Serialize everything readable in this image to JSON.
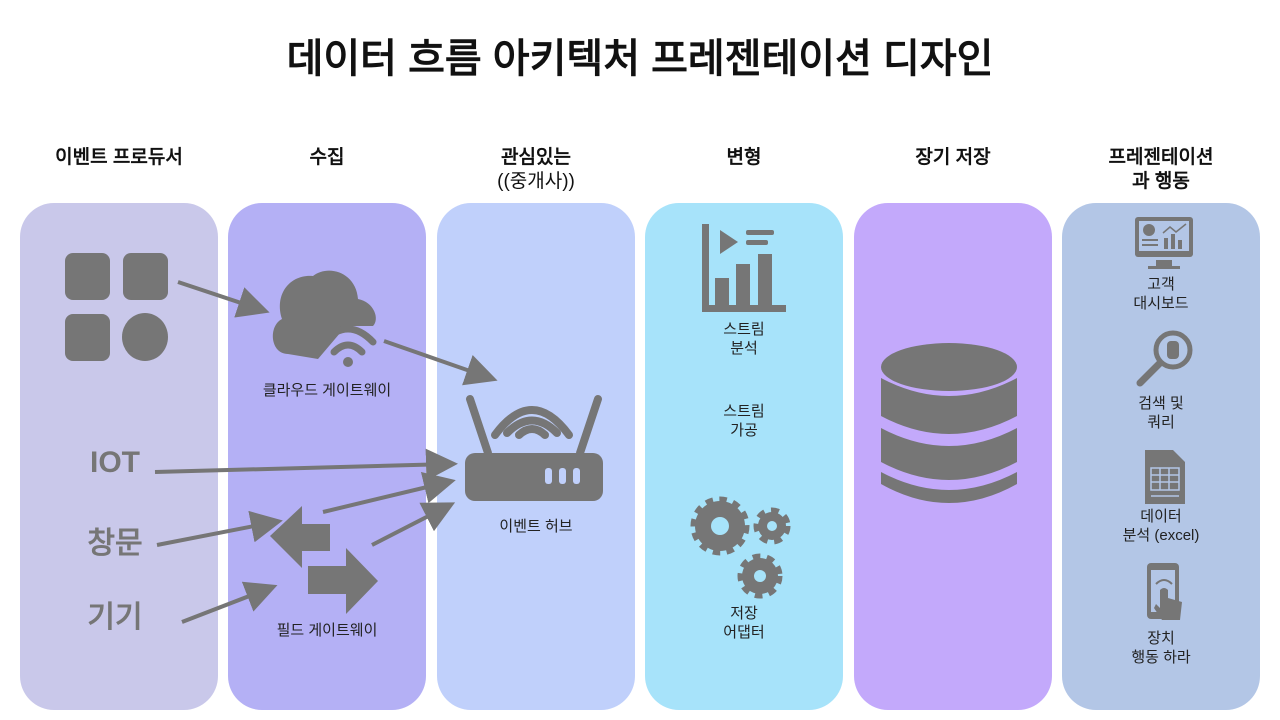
{
  "title": "데이터 흐름 아키텍처 프레젠테이션 디자인",
  "colors": {
    "icon": "#767676",
    "col1": "#c9c8ea",
    "col2": "#b4b0f5",
    "col3": "#c0d0fb",
    "col4": "#a7e3fa",
    "col5": "#c3a9fb",
    "col6": "#b3c6e6"
  },
  "columns": [
    {
      "heading": "이벤트 프로듀서"
    },
    {
      "heading": "수집"
    },
    {
      "heading": "관심있는",
      "sub": "((중개사))"
    },
    {
      "heading": "변형"
    },
    {
      "heading": "장기 저장"
    },
    {
      "heading": "프레젠테이션",
      "heading2": "과 행동"
    }
  ],
  "producers": {
    "iot": "IOT",
    "window": "창문",
    "device": "기기"
  },
  "collect": {
    "cloud": "클라우드 게이트웨이",
    "field": "필드 게이트웨이"
  },
  "broker": {
    "hub": "이벤트 허브"
  },
  "transform": {
    "stream_analysis_1": "스트림",
    "stream_analysis_2": "분석",
    "stream_process_1": "스트림",
    "stream_process_2": "가공",
    "storage_adapter_1": "저장",
    "storage_adapter_2": "어댑터"
  },
  "present": {
    "dashboard_1": "고객",
    "dashboard_2": "대시보드",
    "search_1": "검색 및",
    "search_2": "쿼리",
    "data_1": "데이터",
    "data_2": "분석 (excel)",
    "device_1": "장치",
    "device_2": "행동 하라"
  }
}
